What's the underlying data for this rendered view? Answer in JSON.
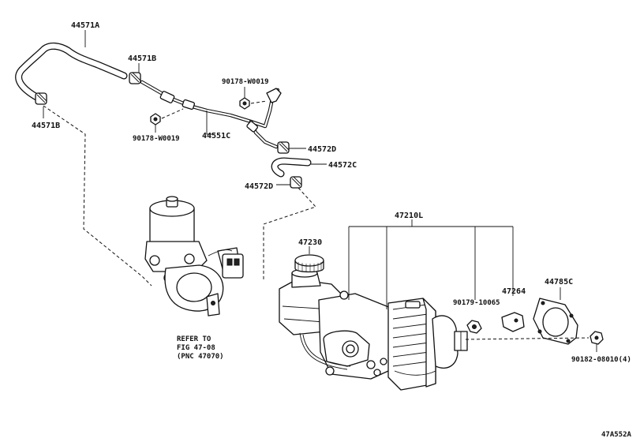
{
  "diagram_id": "47A552A",
  "parts": {
    "hose_44571A": "44571A",
    "clip_44571B_upper": "44571B",
    "clip_44571B_left": "44571B",
    "bolt_90178_W0019_upper": "90178-W0019",
    "bolt_90178_W0019_lower": "90178-W0019",
    "pipe_44551C": "44551C",
    "clip_44572D_upper": "44572D",
    "hose_44572C": "44572C",
    "clip_44572D_lower": "44572D",
    "brake_booster_assy_47210L": "47210L",
    "reservoir_cap_47230": "47230",
    "nut_90179_10065": "90179-10065",
    "bracket_47264": "47264",
    "gasket_44785C": "44785C",
    "nut_90182_08010": "90182-08010(4)"
  },
  "refer_note": {
    "line1": "REFER TO",
    "line2": "FIG 47-08",
    "line3": "(PNC 47070)"
  }
}
